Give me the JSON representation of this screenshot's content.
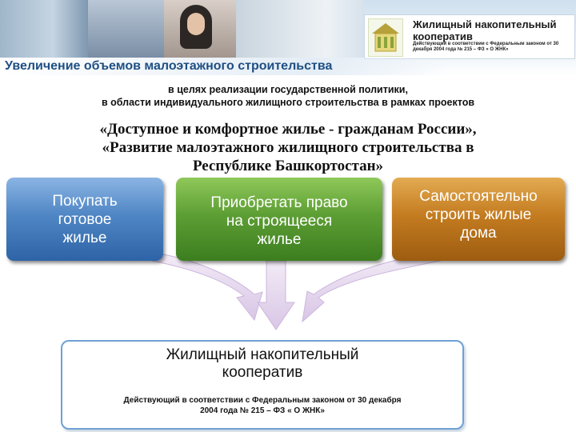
{
  "header": {
    "logo": {
      "title": "Жилищный накопительный кооператив",
      "subtitle": "Действующий в соответствии с Федеральным законом от 30 декабря 2004 года № 215 – ФЗ « О ЖНК»"
    },
    "slide_title": "Увеличение объемов малоэтажного строительства"
  },
  "intro": {
    "line1": "в целях реализации государственной политики,",
    "line2": "в области индивидуального жилищного строительства в рамках проектов"
  },
  "quote": {
    "line1": "«Доступное и комфортное жилье - гражданам России»,",
    "line2": "«Развитие малоэтажного жилищного строительства в",
    "line3": "Республике Башкортостан»"
  },
  "options": [
    {
      "lines": [
        "Покупать",
        "готовое",
        "жилье"
      ],
      "color": "#4f86c4"
    },
    {
      "lines": [
        "Приобретать право",
        "на строящееся",
        "жилье"
      ],
      "color": "#5d9e34"
    },
    {
      "lines": [
        "Самостоятельно",
        "строить жилые",
        "дома"
      ],
      "color": "#c47c20"
    }
  ],
  "arrow_color": "#d9c6e6",
  "cooperative": {
    "title_line1": "Жилищный накопительный",
    "title_line2": "кооператив",
    "subtitle_line1": "Действующий в соответствии с Федеральным законом от 30 декабря",
    "subtitle_line2": "2004 года № 215 – ФЗ « О ЖНК»"
  }
}
